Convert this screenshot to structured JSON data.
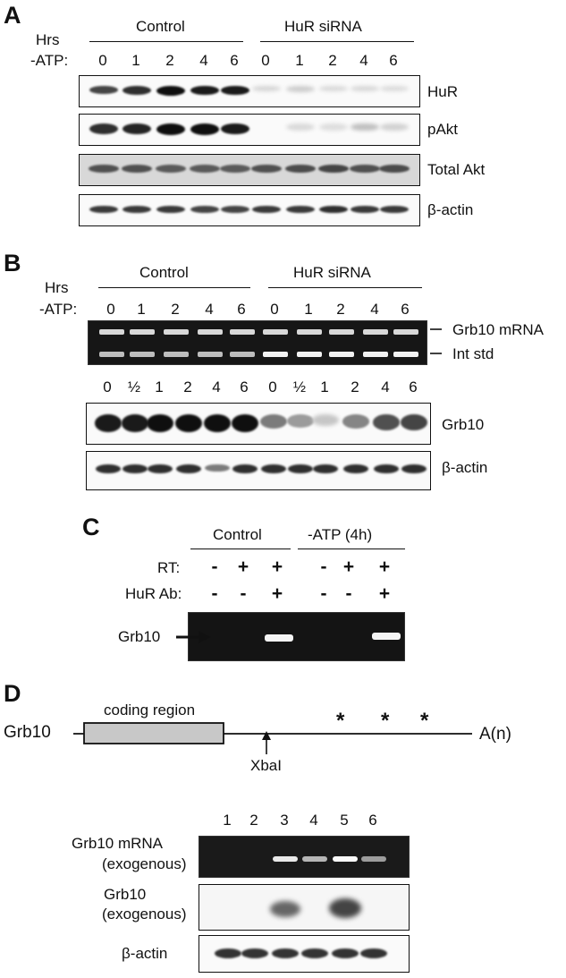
{
  "panelA": {
    "letter": "A",
    "hrs": "Hrs",
    "atp": "-ATP:",
    "group_control": "Control",
    "group_sirna": "HuR siRNA",
    "lanes": [
      "0",
      "1",
      "2",
      "4",
      "6",
      "0",
      "1",
      "2",
      "4",
      "6"
    ],
    "blots": [
      {
        "label": "HuR",
        "intensity": [
          0.75,
          0.85,
          1.0,
          0.95,
          0.95,
          0.08,
          0.12,
          0.06,
          0.07,
          0.05
        ]
      },
      {
        "label": "pAkt",
        "intensity": [
          0.85,
          0.9,
          1.0,
          1.0,
          0.95,
          0.0,
          0.06,
          0.04,
          0.18,
          0.1
        ]
      },
      {
        "label": "Total Akt",
        "intensity": [
          0.7,
          0.7,
          0.65,
          0.65,
          0.65,
          0.7,
          0.72,
          0.75,
          0.7,
          0.72
        ]
      },
      {
        "label": "β-actin",
        "intensity": [
          0.8,
          0.8,
          0.8,
          0.75,
          0.75,
          0.8,
          0.8,
          0.85,
          0.8,
          0.8
        ]
      }
    ]
  },
  "panelB": {
    "letter": "B",
    "hrs": "Hrs",
    "atp": "-ATP:",
    "group_control": "Control",
    "group_sirna": "HuR siRNA",
    "lanes_top": [
      "0",
      "1",
      "2",
      "4",
      "6",
      "0",
      "1",
      "2",
      "4",
      "6"
    ],
    "gel_label_1": "Grb10 mRNA",
    "gel_label_2": "Int std",
    "lanes_bottom": [
      "0",
      "½",
      "1",
      "2",
      "4",
      "6",
      "0",
      "½",
      "1",
      "2",
      "4",
      "6"
    ],
    "blots": [
      {
        "label": "Grb10",
        "intensity": [
          0.95,
          0.95,
          1.0,
          1.0,
          1.0,
          1.0,
          0.5,
          0.35,
          0.15,
          0.45,
          0.7,
          0.75
        ]
      },
      {
        "label": "β-actin",
        "intensity": [
          0.85,
          0.85,
          0.85,
          0.85,
          0.5,
          0.85,
          0.85,
          0.85,
          0.85,
          0.85,
          0.85,
          0.85
        ]
      }
    ]
  },
  "panelC": {
    "letter": "C",
    "group_control": "Control",
    "group_atp": "-ATP (4h)",
    "rt_label": "RT:",
    "ab_label": "HuR Ab:",
    "rt_signs": [
      "-",
      "+",
      "+",
      "-",
      "+",
      "+"
    ],
    "ab_signs": [
      "-",
      "-",
      "+",
      "-",
      "-",
      "+"
    ],
    "gel_label": "Grb10"
  },
  "panelD": {
    "letter": "D",
    "gene": "Grb10",
    "coding": "coding region",
    "xbai": "XbaI",
    "polya": "A(n)",
    "stars": [
      "*",
      "*",
      "*"
    ],
    "lanes": [
      "1",
      "2",
      "3",
      "4",
      "5",
      "6"
    ],
    "gel_label_1": "Grb10 mRNA",
    "gel_label_2": "(exogenous)",
    "blot_label_1": "Grb10",
    "blot_label_2": "(exogenous)",
    "actin_label": "β-actin"
  }
}
